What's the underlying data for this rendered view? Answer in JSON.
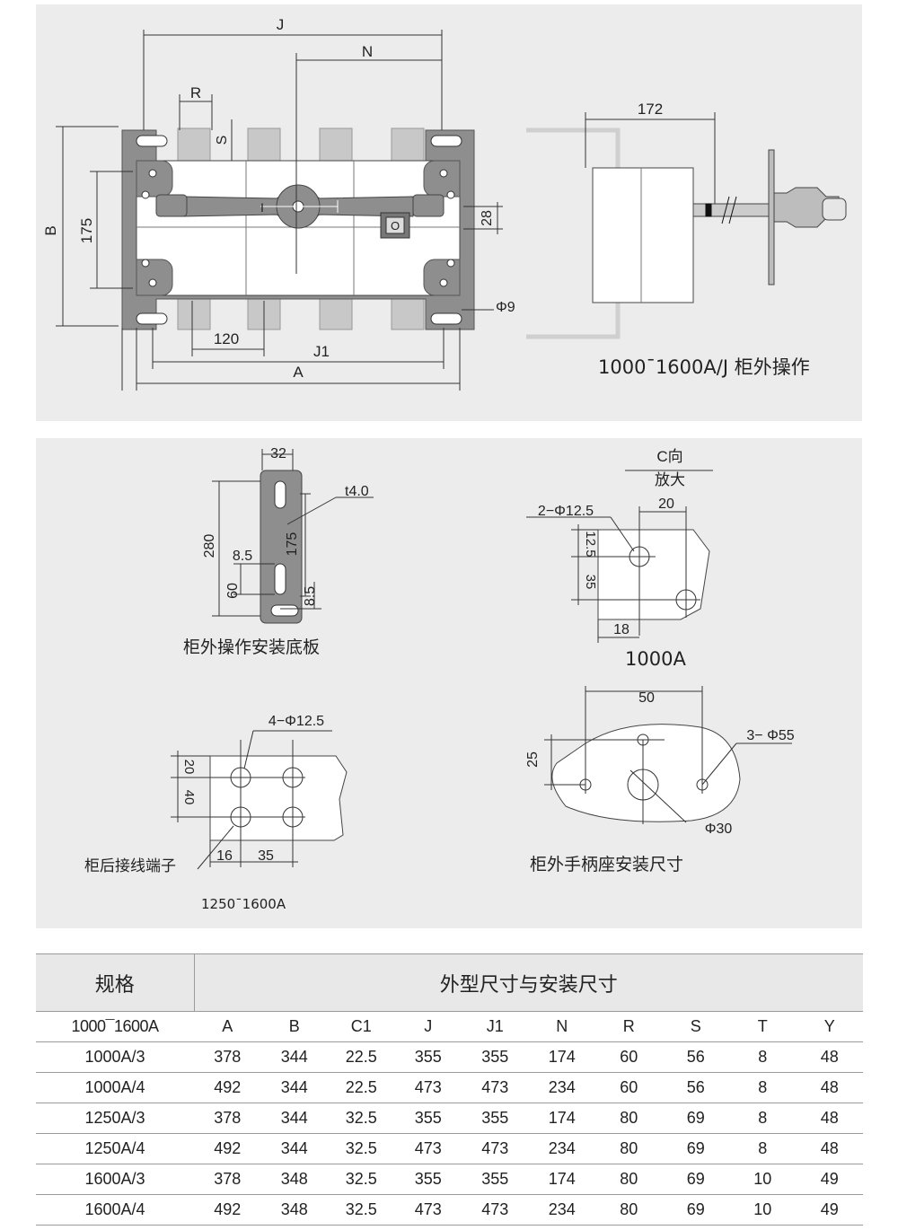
{
  "drawing1": {
    "dim_labels": {
      "J": "J",
      "N": "N",
      "R": "R",
      "S": "S",
      "B": "B",
      "h175": "175",
      "h28": "28",
      "phi9": "Φ9",
      "w120": "120",
      "J1": "J1",
      "A": "A",
      "side172": "172"
    },
    "switch_marks": {
      "off": "O",
      "on": "I"
    },
    "caption": "1000¯1600A/J  柜外操作"
  },
  "drawing2": {
    "dims": {
      "w32": "32",
      "t": "t4.0",
      "h280": "280",
      "h175": "175",
      "d85a": "8.5",
      "d60": "60",
      "d85b": "8.5"
    },
    "caption": "柜外操作安装底板"
  },
  "drawing3": {
    "title_top": "C向",
    "title_bottom": "放大",
    "dims": {
      "holes": "2−Φ12.5",
      "w20": "20",
      "h125": "12.5",
      "h35": "35",
      "w18": "18"
    },
    "caption": "1000A"
  },
  "drawing4": {
    "dims": {
      "holes": "4−Φ12.5",
      "h20": "20",
      "h40": "40",
      "w16": "16",
      "w35": "35"
    },
    "caption": "柜后接线端子",
    "caption2": "1250¯1600A"
  },
  "drawing5": {
    "dims": {
      "w50": "50",
      "holes": "3−  Φ55",
      "h25": "25",
      "phi30": "Φ30"
    },
    "caption": "柜外手柄座安装尺寸"
  },
  "table": {
    "spec_header": "规格",
    "dims_header": "外型尺寸与安装尺寸",
    "columns": [
      "1000¯1600A",
      "A",
      "B",
      "C1",
      "J",
      "J1",
      "N",
      "R",
      "S",
      "T",
      "Y"
    ],
    "rows": [
      [
        "1000A/3",
        "378",
        "344",
        "22.5",
        "355",
        "355",
        "174",
        "60",
        "56",
        "8",
        "48"
      ],
      [
        "1000A/4",
        "492",
        "344",
        "22.5",
        "473",
        "473",
        "234",
        "60",
        "56",
        "8",
        "48"
      ],
      [
        "1250A/3",
        "378",
        "344",
        "32.5",
        "355",
        "355",
        "174",
        "80",
        "69",
        "8",
        "48"
      ],
      [
        "1250A/4",
        "492",
        "344",
        "32.5",
        "473",
        "473",
        "234",
        "80",
        "69",
        "8",
        "48"
      ],
      [
        "1600A/3",
        "378",
        "348",
        "32.5",
        "355",
        "355",
        "174",
        "80",
        "69",
        "10",
        "49"
      ],
      [
        "1600A/4",
        "492",
        "348",
        "32.5",
        "473",
        "473",
        "234",
        "80",
        "69",
        "10",
        "49"
      ]
    ]
  }
}
